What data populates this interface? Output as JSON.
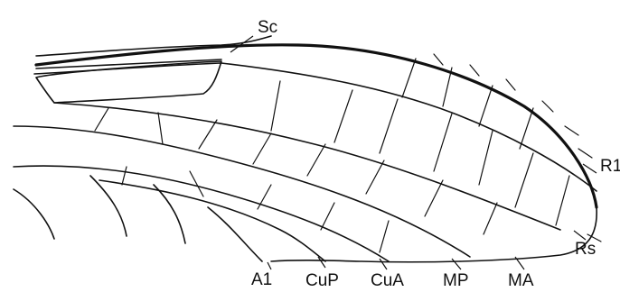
{
  "labels": {
    "sc": "Sc",
    "r1": "R1",
    "rs": "Rs",
    "a1": "A1",
    "cup": "CuP",
    "cua": "CuA",
    "mp": "MP",
    "ma": "MA"
  }
}
